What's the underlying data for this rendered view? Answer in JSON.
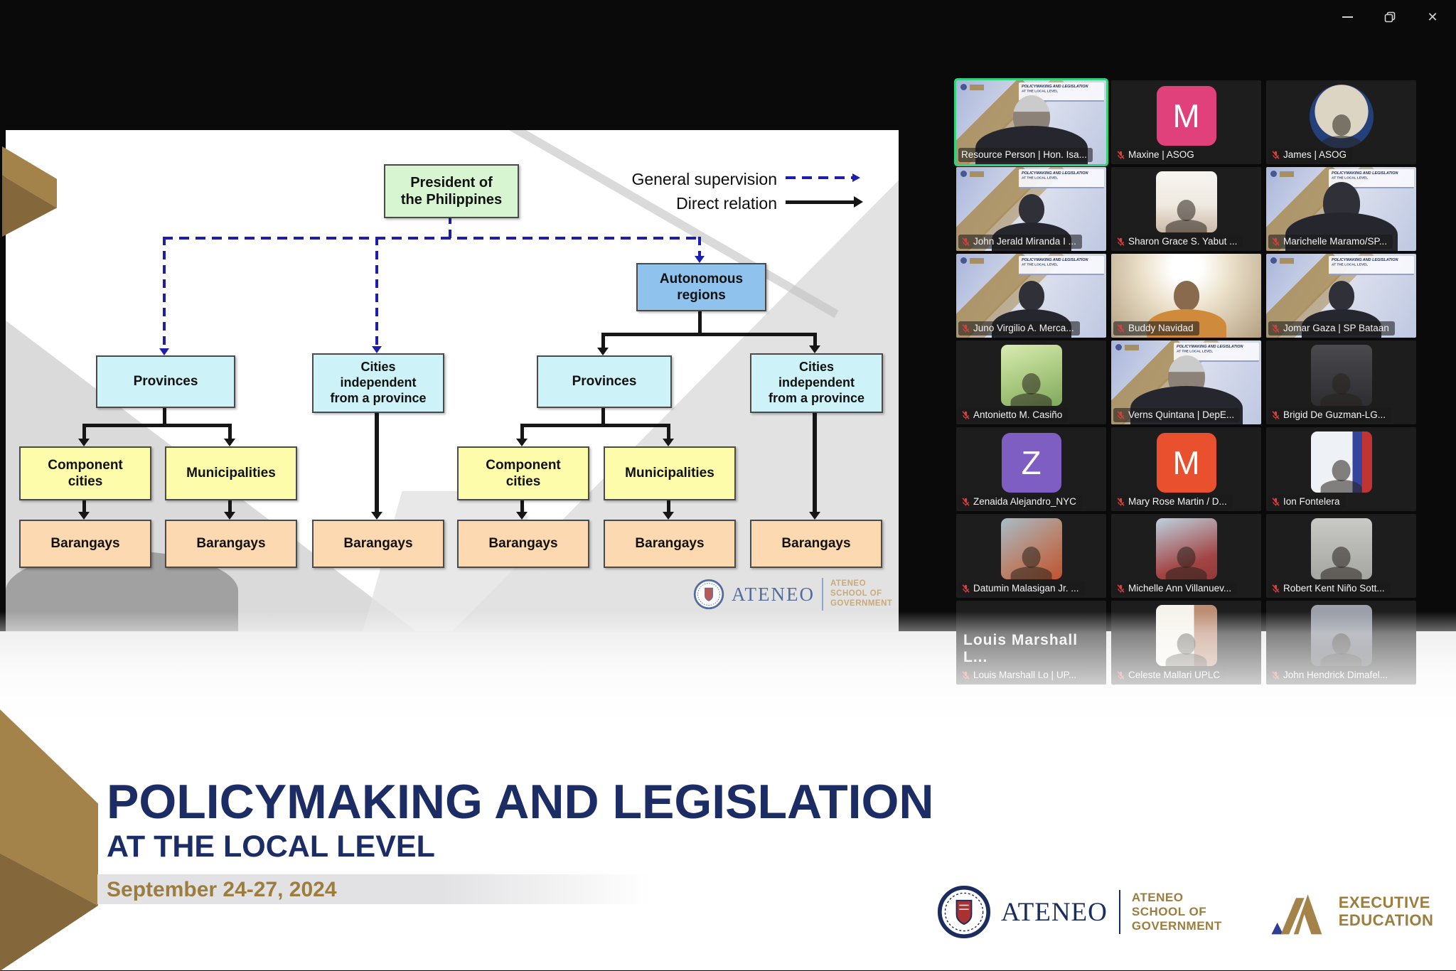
{
  "window_controls": {
    "close_glyph": "✕"
  },
  "colors": {
    "title_navy": "#1b2d64",
    "brand_gold": "#9d7d3e",
    "active_speaker_green": "#2ed47e",
    "muted_mic_red": "#e23b3b",
    "supervision_dashed_blue": "#1d1db0"
  },
  "slide": {
    "legend": {
      "general": "General supervision",
      "direct": "Direct relation"
    },
    "nodes": {
      "president": "President of\nthe Philippines",
      "autonomous": "Autonomous\nregions",
      "provinces": "Provinces",
      "cities_independent": "Cities\nindependent\nfrom a province",
      "component_cities": "Component\ncities",
      "municipalities": "Municipalities",
      "barangays": "Barangays"
    },
    "logo": {
      "wordmark": "ATENEO",
      "asog_line1": "ATENEO",
      "asog_line2": "SCHOOL OF",
      "asog_line3": "GOVERNMENT"
    }
  },
  "video_grid": {
    "banner_line1": "POLICYMAKING AND LEGISLATION",
    "banner_line2": "AT THE LOCAL LEVEL",
    "participants": [
      {
        "name": "Resource Person | Hon. Isa...",
        "type": "video",
        "muted": false,
        "active": true,
        "hair": "gray",
        "closeup": true
      },
      {
        "name": "Maxine | ASOG",
        "type": "letter",
        "letter": "M",
        "color": "#e0417a",
        "muted": true
      },
      {
        "name": "James | ASOG",
        "type": "photo",
        "shape": "circle",
        "avatar_css": "radial-gradient(circle at 50% 42%,#ddd5c3 0 54%,#24407a 55%)",
        "muted": true
      },
      {
        "name": "John Jerald Miranda I ...",
        "type": "video",
        "muted": true
      },
      {
        "name": "Sharon Grace S. Yabut ...",
        "type": "photo",
        "avatar_css": "linear-gradient(180deg,#f7f5f1 0%,#efe9e0 55%,#cbb9a6 100%)",
        "muted": true
      },
      {
        "name": "Marichelle Maramo/SP...",
        "type": "video",
        "muted": true,
        "closeup": true
      },
      {
        "name": "Juno Virgilio A. Merca...",
        "type": "video",
        "muted": true
      },
      {
        "name": "Buddy Navidad",
        "type": "video",
        "bg": "room",
        "muted": true
      },
      {
        "name": "Jomar Gaza | SP Bataan",
        "type": "video",
        "muted": true
      },
      {
        "name": "Antonietto M. Casiño",
        "type": "photo",
        "avatar_css": "linear-gradient(160deg,#d9ecb2 0%,#a8c87e 55%,#7fa85e 100%)",
        "muted": true
      },
      {
        "name": "Verns Quintana | DepE...",
        "type": "video",
        "muted": true,
        "closeup": true,
        "hair": "gray"
      },
      {
        "name": "Brigid De Guzman-LG...",
        "type": "photo",
        "avatar_css": "linear-gradient(180deg,#4a4a4e 0%,#2e2e32 100%)",
        "muted": true
      },
      {
        "name": "Zenaida Alejandro_NYC",
        "type": "letter",
        "letter": "Z",
        "color": "#7e5ec2",
        "muted": true
      },
      {
        "name": "Mary Rose Martin / D...",
        "type": "letter",
        "letter": "M",
        "color": "#e8502e",
        "muted": true
      },
      {
        "name": "Ion Fontelera",
        "type": "photo",
        "avatar_css": "linear-gradient(90deg,#eef2f6 0 68%,#33469c 68% 84%,#c03434 84% 100%)",
        "muted": true
      },
      {
        "name": "Datumin Malasigan Jr. ...",
        "type": "photo",
        "avatar_css": "linear-gradient(145deg,#a8bcc9 0%,#b9826b 55%,#c0532f 100%)",
        "muted": true
      },
      {
        "name": "Michelle Ann Villanuev...",
        "type": "photo",
        "avatar_css": "linear-gradient(160deg,#bcd2de 0%,#a34444 70%,#8e3a3a 100%)",
        "muted": true
      },
      {
        "name": "Robert Kent Niño Sott...",
        "type": "photo",
        "avatar_css": "linear-gradient(180deg,#c9c9c5 0%,#a5a5a1 100%)",
        "muted": true
      },
      {
        "name": "Louis Marshall Lo | UP...",
        "type": "name",
        "display": "Louis Marshall L...",
        "muted": true
      },
      {
        "name": "Celeste Mallari UPLC",
        "type": "photo",
        "avatar_css": "linear-gradient(90deg,#f6f3ec 0 62%,#bd8d74 62% 100%)",
        "muted": true
      },
      {
        "name": "John Hendrick Dimafel...",
        "type": "photo",
        "avatar_css": "linear-gradient(180deg,#9fa3ad 0%,#8a8e98 45%,#3a3d46 100%)",
        "muted": true
      }
    ]
  },
  "footer": {
    "title": "POLICYMAKING AND LEGISLATION",
    "subtitle": "AT THE LOCAL LEVEL",
    "date": "September 24-27, 2024",
    "ateneo_wordmark": "ATENEO",
    "asog_line1": "ATENEO",
    "asog_line2": "SCHOOL OF",
    "asog_line3": "GOVERNMENT",
    "exec_line1": "EXECUTIVE",
    "exec_line2": "EDUCATION"
  }
}
